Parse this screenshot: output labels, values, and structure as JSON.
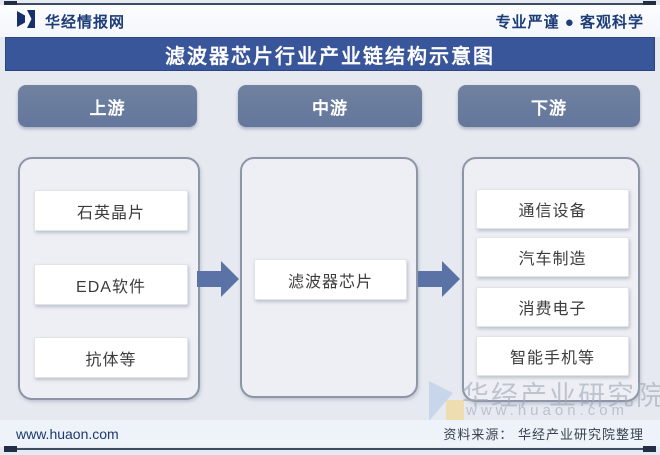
{
  "header": {
    "brand": "华经情报网",
    "slogan": "专业严谨 ● 客观科学"
  },
  "title": "滤波器芯片行业产业链结构示意图",
  "diagram": {
    "columns": [
      {
        "header": "上游",
        "items": [
          "石英晶片",
          "EDA软件",
          "抗体等"
        ]
      },
      {
        "header": "中游",
        "items": [
          "滤波器芯片"
        ]
      },
      {
        "header": "下游",
        "items": [
          "通信设备",
          "汽车制造",
          "消费电子",
          "智能手机等"
        ]
      }
    ]
  },
  "watermark": {
    "name": "华经产业研究院",
    "site": "www.huaon.com"
  },
  "footer": {
    "site": "www.huaon.com",
    "source": "资料来源： 华经产业研究院整理"
  },
  "colors": {
    "banner": "#3a569b",
    "pill": "#64769c",
    "arrow": "#5a72a5",
    "container": "#edeff5",
    "background": "#e6e9f0",
    "brand_text": "#1d3c78"
  }
}
